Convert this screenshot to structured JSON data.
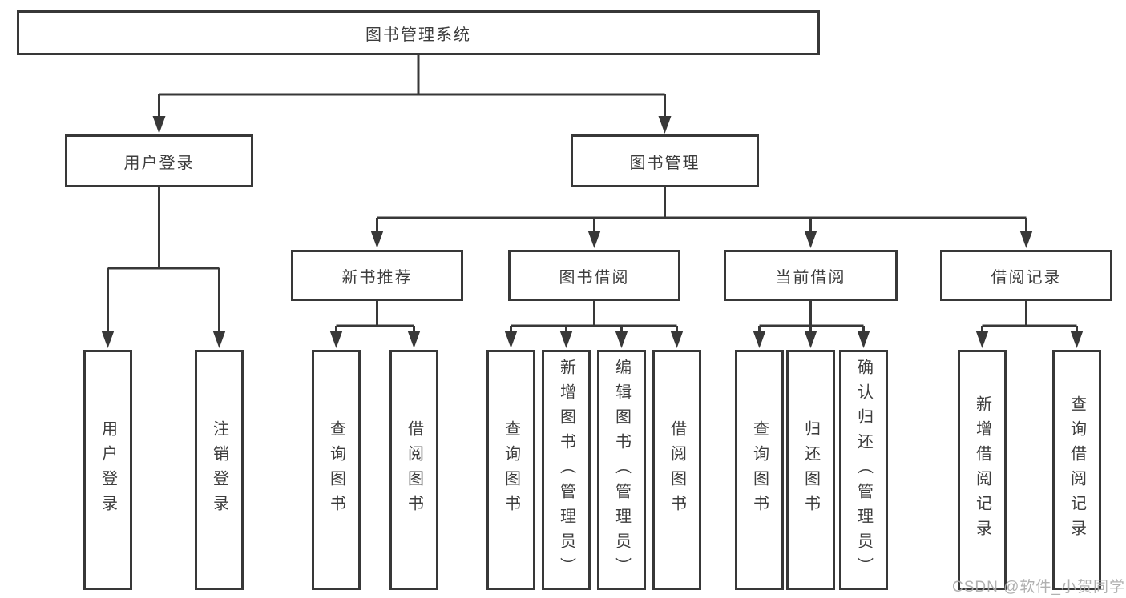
{
  "colors": {
    "line": "#383838",
    "text": "#3d3d3d",
    "watermark": "#ababab",
    "background": "#ffffff"
  },
  "watermark": "CSDN @软件_小贺同学",
  "tree": {
    "root": {
      "label": "图书管理系统",
      "children": [
        {
          "label": "用户登录",
          "children": [
            {
              "label": "用户登录"
            },
            {
              "label": "注销登录"
            }
          ]
        },
        {
          "label": "图书管理",
          "children": [
            {
              "label": "新书推荐",
              "children": [
                {
                  "label": "查询图书"
                },
                {
                  "label": "借阅图书"
                }
              ]
            },
            {
              "label": "图书借阅",
              "children": [
                {
                  "label": "查询图书"
                },
                {
                  "label": "新增图书（管理员）"
                },
                {
                  "label": "编辑图书（管理员）"
                },
                {
                  "label": "借阅图书"
                }
              ]
            },
            {
              "label": "当前借阅",
              "children": [
                {
                  "label": "查询图书"
                },
                {
                  "label": "归还图书"
                },
                {
                  "label": "确认归还（管理员）"
                }
              ]
            },
            {
              "label": "借阅记录",
              "children": [
                {
                  "label": "新增借阅记录"
                },
                {
                  "label": "查询借阅记录"
                }
              ]
            }
          ]
        }
      ]
    }
  }
}
